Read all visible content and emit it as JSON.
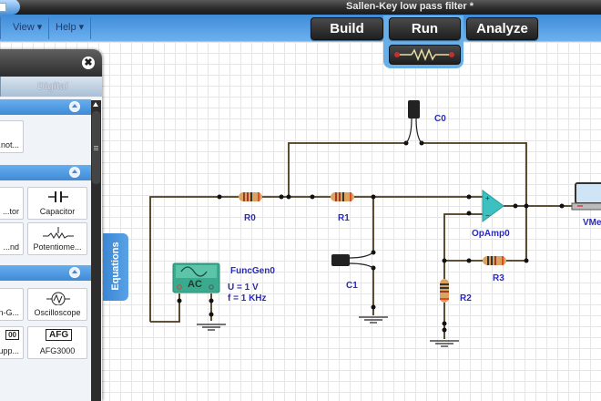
{
  "window": {
    "title": "Sallen-Key low pass filter *"
  },
  "menu": [
    {
      "label": "View ▾"
    },
    {
      "label": "Help ▾"
    }
  ],
  "modes": {
    "build": "Build",
    "run": "Run",
    "analyze": "Analyze",
    "run_sub_icon": "resistor-icon"
  },
  "palette": {
    "close_icon": "✖",
    "tabs": {
      "digital": "Digital"
    },
    "sections": [
      {
        "items": [
          {
            "label": "...not..."
          }
        ]
      },
      {
        "items": [
          {
            "label": "...tor"
          },
          {
            "label": "Capacitor"
          },
          {
            "label": "...nd"
          },
          {
            "label": "Potentiome..."
          }
        ]
      },
      {
        "items": [
          {
            "label": "...n-G..."
          },
          {
            "label": "Oscilloscope"
          },
          {
            "label": "...upp..."
          },
          {
            "label": "AFG3000"
          }
        ]
      }
    ],
    "afg_badge": "AFG",
    "ps_badge": "00"
  },
  "equations_tab": "Equations",
  "circuit": {
    "components": {
      "R0": "R0",
      "R1": "R1",
      "R2": "R2",
      "R3": "R3",
      "C0": "C0",
      "C1": "C1",
      "opamp": "OpAmp0",
      "funcgen": "FuncGen0",
      "funcgen_mode": "AC",
      "funcgen_u": "U = 1 V",
      "funcgen_f": "f = 1 KHz",
      "vmeter": "VMe"
    },
    "colors": {
      "wire": "#5a4a2a",
      "label": "#2b2bb5",
      "opamp": "#3cc0c0",
      "funcgen": "#3aaa8e"
    }
  }
}
